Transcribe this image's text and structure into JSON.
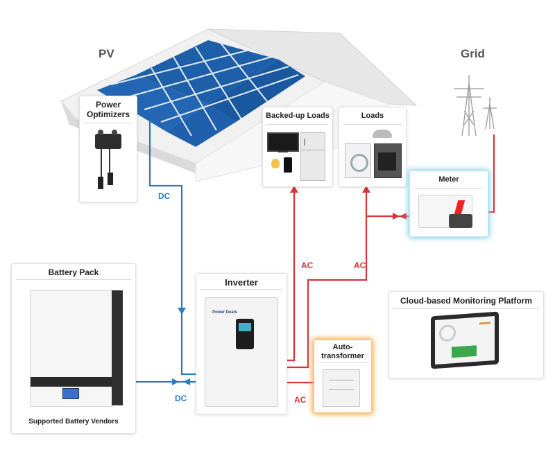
{
  "labels": {
    "pv": "PV",
    "grid": "Grid"
  },
  "cards": {
    "power_optimizers": "Power\nOptimizers",
    "backed_up_loads": "Backed-up Loads",
    "loads": "Loads",
    "meter": "Meter",
    "battery_pack": "Battery Pack",
    "battery_vendors": "Supported Battery Vendors",
    "inverter": "Inverter",
    "autotransformer": "Auto-\ntransformer",
    "monitoring": "Cloud-based Monitoring Platform"
  },
  "flows": {
    "dc_optimizer": "DC",
    "dc_battery": "DC",
    "ac_backed_up": "AC",
    "ac_loads": "AC",
    "ac_autotransformer": "AC"
  },
  "inverter_brand": "Power Deals",
  "colors": {
    "dc": "#2b7bc0",
    "ac": "#d9333b",
    "meter_glow": "#8fd3e8",
    "autotransformer_glow": "#f5a742"
  }
}
